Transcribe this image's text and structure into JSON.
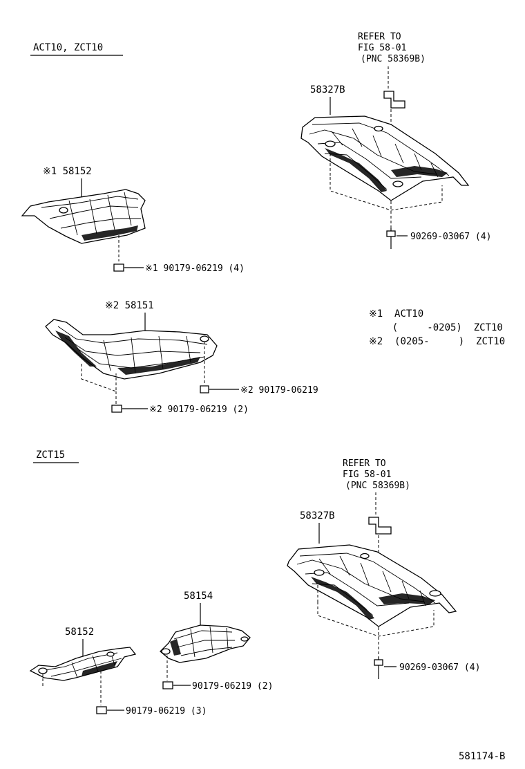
{
  "sections": {
    "upper": "ACT10, ZCT10",
    "lower": "ZCT15"
  },
  "upper": {
    "refer": [
      "REFER TO",
      "FIG 58-01",
      "(PNC 58369B)"
    ],
    "part_58327B": "58327B",
    "bolt_90269": "90269-03067 (4)",
    "part_58152": "※1 58152",
    "nut_58152": "※1 90179-06219 (4)",
    "part_58151": "※2 58151",
    "nut_58151_a": "※2 90179-06219",
    "nut_58151_b": "※2 90179-06219 (2)"
  },
  "notes": [
    "※1  ACT10",
    "    (     -0205)  ZCT10",
    "※2  (0205-     )  ZCT10"
  ],
  "lower": {
    "refer": [
      "REFER TO",
      "FIG 58-01",
      "(PNC 58369B)"
    ],
    "part_58327B": "58327B",
    "bolt_90269": "90269-03067 (4)",
    "part_58154": "58154",
    "nut_58154": "90179-06219 (2)",
    "part_58152": "58152",
    "nut_58152": "90179-06219 (3)"
  },
  "figure_id": "581174-B"
}
